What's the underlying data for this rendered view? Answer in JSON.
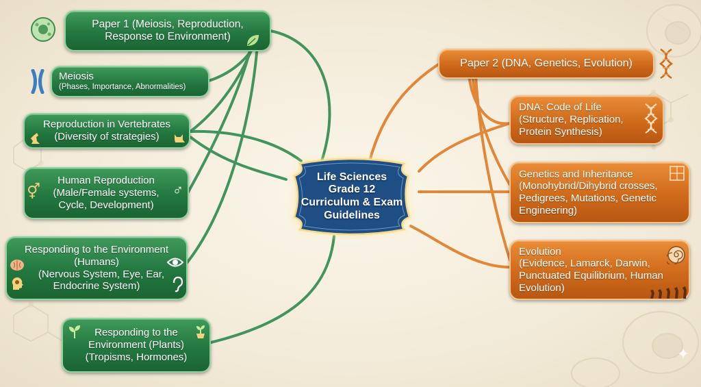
{
  "center": {
    "lines": [
      "Life Sciences",
      "Grade 12",
      "Curriculum & Exam",
      "Guidelines"
    ]
  },
  "left": {
    "paper1": {
      "lines": [
        "Paper 1 (Meiosis, Reproduction,",
        "Response to Environment)"
      ]
    },
    "meiosis": {
      "title": "Meiosis",
      "subtitle": "(Phases, Importance, Abnormalities)"
    },
    "vertebrates": {
      "lines": [
        "Reproduction in Vertebrates",
        "(Diversity of strategies)"
      ]
    },
    "human_reproduction": {
      "lines": [
        "Human Reproduction",
        "(Male/Female systems,",
        "Cycle, Development)"
      ]
    },
    "responding_humans": {
      "lines": [
        "Responding to the Environment",
        "(Humans)",
        "(Nervous System, Eye, Ear,",
        "Endocrine System)"
      ]
    },
    "responding_plants": {
      "lines": [
        "Responding to the",
        "Environment (Plants)",
        "(Tropisms, Hormones)"
      ]
    }
  },
  "right": {
    "paper2": {
      "lines": [
        "Paper 2 (DNA, Genetics, Evolution)"
      ]
    },
    "dna": {
      "lines": [
        "DNA: Code of Life",
        "(Structure, Replication,",
        "Protein Synthesis)"
      ]
    },
    "genetics": {
      "lines": [
        "Genetics and Inheritance",
        "(Monohybrid/Dihybrid crosses,",
        "Pedigrees, Mutations, Genetic",
        "Engineering)"
      ]
    },
    "evolution": {
      "lines": [
        "Evolution",
        "(Evidence, Lamarck, Darwin,",
        "Punctuated Equilibrium, Human",
        "Evolution)"
      ]
    }
  },
  "symbols": {
    "gender": "⚥",
    "male": "♂",
    "sparkle": "✦"
  },
  "colors": {
    "green_branch": "#2e8b4f",
    "orange_branch": "#e07b25",
    "center_fill": "#1f4e85",
    "center_glow": "#ffe9a8"
  }
}
